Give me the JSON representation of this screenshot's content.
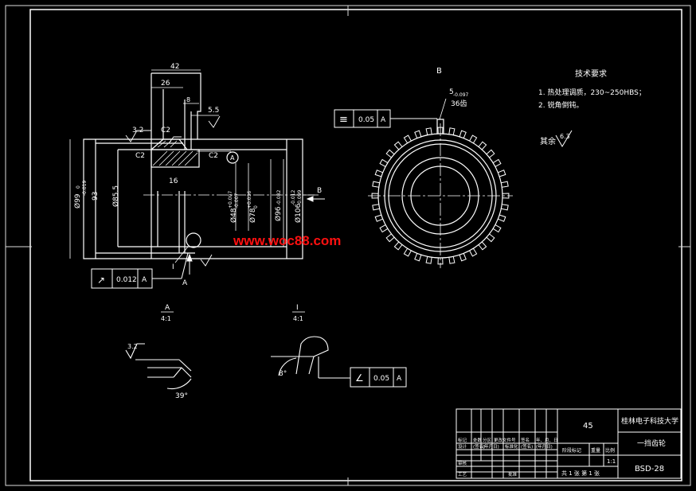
{
  "section_b_label": "B",
  "section_a_label": "A",
  "detail_i_label": "I",
  "view_a": {
    "title": "A",
    "scale": "4:1"
  },
  "view_i": {
    "title": "I",
    "scale": "4:1"
  },
  "dims": {
    "d42": "42",
    "d26": "26",
    "d8": "8",
    "d5_5": "5.5",
    "d3_2": "3.2",
    "c2a": "C2",
    "c2b": "C2",
    "c2c": "C2",
    "d16": "16",
    "d93": "93",
    "d85_5": "Ø85.5",
    "d99": "Ø99",
    "d99_tol": "-0.019",
    "d99_tol0": "0",
    "d48": "Ø48",
    "d48_tol": "+0.007",
    "d48_tol2": "-0.007",
    "d78": "Ø78",
    "d78_tol": "+0.036",
    "d78_tol2": "0",
    "d96": "Ø96",
    "d96_tol": "-0.082",
    "d106": "Ø106",
    "d106_tol": "-0.012",
    "d106_tol2": "-0.099",
    "keyway_width": "5",
    "keyway_tol": "-0.097",
    "teeth": "36齿",
    "view_a_rough": "3.2",
    "view_a_angle": "39°",
    "view_i_angle": "8°"
  },
  "fcf": {
    "parallel": {
      "symbol": "≡",
      "value": "0.05",
      "datum": "A"
    },
    "runout": {
      "symbol": "↗",
      "value": "0.012",
      "datum": "A"
    },
    "angular": {
      "symbol": "∠",
      "value": "0.05",
      "datum": "A"
    }
  },
  "datum_a": "A",
  "notes": {
    "heading": "技术要求",
    "item1": "1. 热处理调质，230~250HBS；",
    "item2": "2. 锐角倒钝。",
    "rest_label": "其余",
    "rest_value": "6.3"
  },
  "title_block": {
    "material": "45",
    "school": "桂林电子科技大学",
    "part_name": "一挡齿轮",
    "drawing_no": "BSD-28",
    "ratio_marker": "1:1",
    "sheet_text": "共 1 张  第 1 张",
    "row_labels": [
      "标记",
      "处数",
      "分区",
      "更改文件号",
      "签名",
      "年、月、日"
    ],
    "row2": [
      "设计",
      "(签名)",
      "(年月日)",
      "标准化",
      "(签名)",
      "(年月日)"
    ],
    "row3": [
      "审核"
    ],
    "row4": [
      "工艺",
      "批准"
    ],
    "stage_label": "阶段标记",
    "weight_label": "重量",
    "scale_label": "比例"
  },
  "watermark": "www.woc88.com"
}
